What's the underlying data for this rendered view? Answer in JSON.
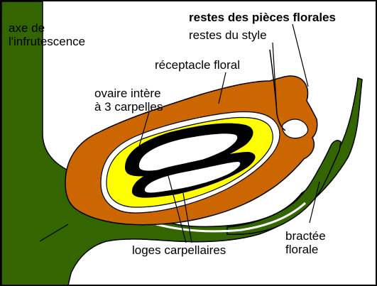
{
  "labels": {
    "axe": [
      "axe de",
      "l'infrutescence"
    ],
    "restes_pieces": "restes des pièces florales",
    "restes_style": "restes du style",
    "receptacle": "réceptacle floral",
    "ovaire": [
      "ovaire intère",
      "à 3 carpelles"
    ],
    "loges": "loges carpellaires",
    "bractee": [
      "bractée",
      "florale"
    ]
  },
  "colors": {
    "border": "#000000",
    "axis_green": "#336600",
    "receptacle_brown": "#cc6600",
    "ovary_yellow": "#ffff00",
    "loge_black": "#000000",
    "background": "#ffffff"
  }
}
